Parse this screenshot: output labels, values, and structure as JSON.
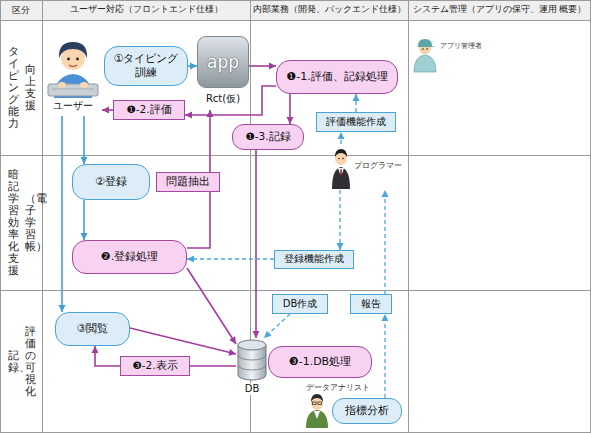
{
  "diagram": {
    "nodes": [
      {
        "text": [
          "ユーザー"
        ]
      },
      {
        "text": [
          "①タイピング訓練"
        ]
      },
      {
        "text": [
          "app",
          "Rct(仮)"
        ]
      },
      {
        "text": [
          "❶-1.評価、記録処理"
        ]
      },
      {
        "text": [
          "❶-2.評価"
        ]
      },
      {
        "text": [
          "評価機能作成"
        ]
      },
      {
        "text": [
          "❶-3.記録"
        ]
      },
      {
        "text": [
          "プログラマー"
        ]
      },
      {
        "text": [
          "②登録"
        ]
      },
      {
        "text": [
          "問題抽出"
        ]
      },
      {
        "text": [
          "❷.登録処理"
        ]
      },
      {
        "text": [
          "登録機能作成"
        ]
      },
      {
        "text": [
          "DB作成"
        ]
      },
      {
        "text": [
          "報告"
        ]
      },
      {
        "text": [
          "③閲覧"
        ]
      },
      {
        "text": [
          "❸-2.表示"
        ]
      },
      {
        "text": [
          "DB"
        ]
      },
      {
        "text": [
          "❸-1.DB処理"
        ]
      },
      {
        "text": [
          "指標分析"
        ]
      }
    ],
    "edges": [
      {
        "from": 1,
        "to": 2,
        "arrow": "to"
      },
      {
        "from": 2,
        "to": 3,
        "arrow": "to"
      },
      {
        "from": 3,
        "to": 4,
        "arrow": "to"
      },
      {
        "from": 4,
        "to": 0,
        "arrow": "to"
      },
      {
        "from": 3,
        "to": 6,
        "arrow": "to"
      },
      {
        "from": 5,
        "to": 3,
        "arrow": "to"
      },
      {
        "from": 7,
        "to": 5,
        "arrow": "to"
      },
      {
        "from": 6,
        "to": 16,
        "arrow": "to"
      },
      {
        "from": 0,
        "to": 8,
        "arrow": "to"
      },
      {
        "from": 0,
        "to": 14,
        "arrow": "to"
      },
      {
        "from": 8,
        "to": 10,
        "arrow": "to"
      },
      {
        "from": 10,
        "to": 9,
        "arrow": "none"
      },
      {
        "from": 9,
        "to": 2,
        "arrow": "to"
      },
      {
        "from": 10,
        "to": 16,
        "arrow": "to"
      },
      {
        "from": 11,
        "to": 10,
        "arrow": "to"
      },
      {
        "from": 7,
        "to": 11,
        "arrow": "to"
      },
      {
        "from": 12,
        "to": 16,
        "arrow": "to"
      },
      {
        "from": 13,
        "to": 7,
        "arrow": "to"
      },
      {
        "from": 18,
        "to": 13,
        "arrow": "to"
      },
      {
        "from": 14,
        "to": 16,
        "arrow": "to"
      },
      {
        "from": 16,
        "to": 15,
        "arrow": "none"
      },
      {
        "from": 15,
        "to": 14,
        "arrow": "to"
      }
    ],
    "labels": [
      "区分",
      "ユーザー対応（フロントエンド仕様）",
      "内部業務（開発、バックエンド仕様）",
      "システム管理（アプリの保守、運用 概要）",
      "タイピング能力",
      "向上支援",
      "暗記学習効率化支援",
      "（電子学習帳）",
      "記録、",
      "評価の可視化",
      "アプリ管理者",
      "データアナリスト"
    ]
  }
}
